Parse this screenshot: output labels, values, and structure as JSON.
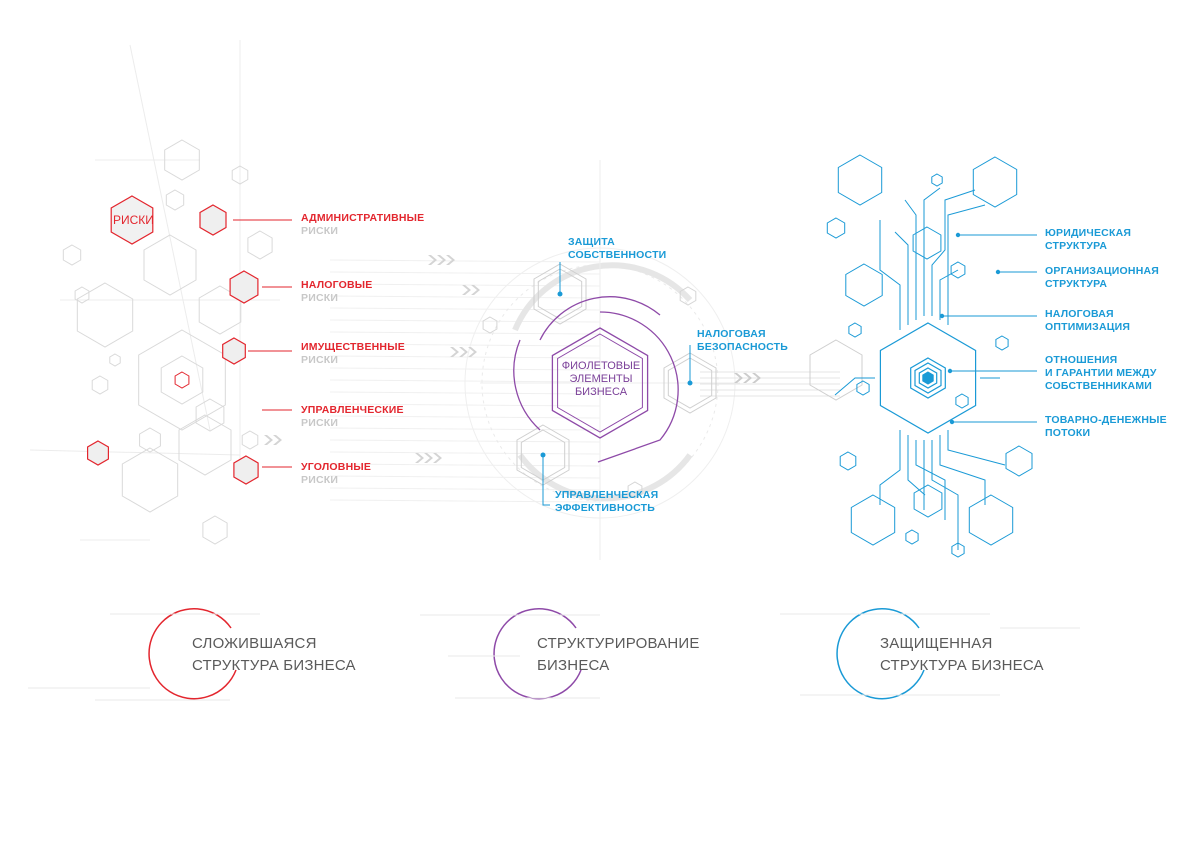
{
  "colors": {
    "red": "#e3262e",
    "purple": "#8e4aa8",
    "blue": "#1a9ad6",
    "gray": "#c8c8c8",
    "caption": "#5a5a5a"
  },
  "left": {
    "badge": "РИСКИ",
    "items": [
      {
        "line1": "АДМИНИСТРАТИВНЫЕ",
        "line2": "РИСКИ"
      },
      {
        "line1": "НАЛОГОВЫЕ",
        "line2": "РИСКИ"
      },
      {
        "line1": "ИМУЩЕСТВЕННЫЕ",
        "line2": "РИСКИ"
      },
      {
        "line1": "УПРАВЛЕНЧЕСКИЕ",
        "line2": "РИСКИ"
      },
      {
        "line1": "УГОЛОВНЫЕ",
        "line2": "РИСКИ"
      }
    ]
  },
  "middle": {
    "center": {
      "line1": "ФИОЛЕТОВЫЕ",
      "line2": "ЭЛЕМЕНТЫ",
      "line3": "БИЗНЕСА"
    },
    "items": [
      {
        "line1": "ЗАЩИТА",
        "line2": "СОБСТВЕННОСТИ"
      },
      {
        "line1": "НАЛОГОВАЯ",
        "line2": "БЕЗОПАСНОСТЬ"
      },
      {
        "line1": "УПРАВЛЕНЧЕСКАЯ",
        "line2": "ЭФФЕКТИВНОСТЬ"
      }
    ]
  },
  "right": {
    "items": [
      {
        "line1": "ЮРИДИЧЕСКАЯ",
        "line2": "СТРУКТУРА"
      },
      {
        "line1": "ОРГАНИЗАЦИОННАЯ",
        "line2": "СТРУКТУРА"
      },
      {
        "line1": "НАЛОГОВАЯ",
        "line2": "ОПТИМИЗАЦИЯ"
      },
      {
        "line1": "ОТНОШЕНИЯ",
        "line2": "И ГАРАНТИИ МЕЖДУ",
        "line3": "СОБСТВЕННИКАМИ"
      },
      {
        "line1": "ТОВАРНО-ДЕНЕЖНЫЕ",
        "line2": "ПОТОКИ"
      }
    ]
  },
  "captions": [
    {
      "line1": "СЛОЖИВШАЯСЯ",
      "line2": "СТРУКТУРА БИЗНЕСА"
    },
    {
      "line1": "СТРУКТУРИРОВАНИЕ",
      "line2": "БИЗНЕСА"
    },
    {
      "line1": "ЗАЩИЩЕННАЯ",
      "line2": "СТРУКТУРА БИЗНЕСА"
    }
  ]
}
